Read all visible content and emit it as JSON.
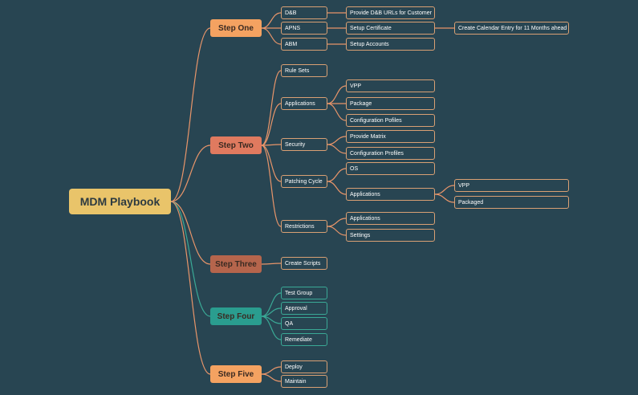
{
  "root": {
    "label": "MDM Playbook"
  },
  "colors": {
    "background": "#284552",
    "root": "#e9c46a",
    "step_one": "#f4a261",
    "step_two": "#e07a5f",
    "step_three": "#b5654c",
    "step_four": "#2a9d8f",
    "step_five": "#f4a261",
    "orange_line": "#e8956a",
    "teal_line": "#3aa996"
  },
  "steps": [
    {
      "label": "Step One",
      "children": [
        {
          "label": "D&B",
          "children": [
            {
              "label": "Provide D&B URLs for Customer"
            }
          ]
        },
        {
          "label": "APNS",
          "children": [
            {
              "label": "Setup Certificate",
              "children": [
                {
                  "label": "Create Calendar Entry for 11 Months ahead"
                }
              ]
            }
          ]
        },
        {
          "label": "ABM",
          "children": [
            {
              "label": "Setup Accounts"
            }
          ]
        }
      ]
    },
    {
      "label": "Step Two",
      "children": [
        {
          "label": "Rule Sets"
        },
        {
          "label": "Applications",
          "children": [
            {
              "label": "VPP"
            },
            {
              "label": "Package"
            },
            {
              "label": "Configuration Pofiles"
            }
          ]
        },
        {
          "label": "Security",
          "children": [
            {
              "label": "Provide Matrix"
            },
            {
              "label": "Configuration Profiles"
            }
          ]
        },
        {
          "label": "Patching Cycle",
          "children": [
            {
              "label": "OS"
            },
            {
              "label": "Applications",
              "children": [
                {
                  "label": "VPP"
                },
                {
                  "label": "Packaged"
                }
              ]
            }
          ]
        },
        {
          "label": "Restrictions",
          "children": [
            {
              "label": "Applications"
            },
            {
              "label": "Settings"
            }
          ]
        }
      ]
    },
    {
      "label": "Step Three",
      "children": [
        {
          "label": "Create Scripts"
        }
      ]
    },
    {
      "label": "Step Four",
      "children": [
        {
          "label": "Test Group"
        },
        {
          "label": "Approval"
        },
        {
          "label": "QA"
        },
        {
          "label": "Remediate"
        }
      ]
    },
    {
      "label": "Step Five",
      "children": [
        {
          "label": "Deploy"
        },
        {
          "label": "Maintain"
        }
      ]
    }
  ]
}
